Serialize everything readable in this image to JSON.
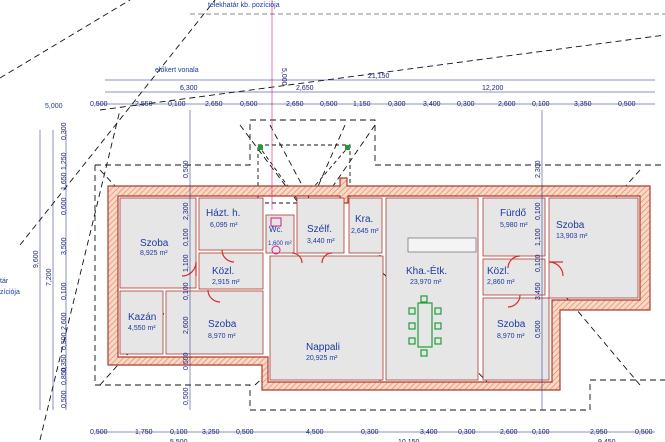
{
  "annotations": {
    "property_line": "telekhatár kb. pozíciója",
    "front_garden_line": "előkert vonala",
    "left_offset": "5,000",
    "vertical_offset": "5,000",
    "left_margin_line1": "tár",
    "left_margin_line2": "zíciója"
  },
  "dimensions": {
    "overall": "21,150",
    "second_left": "6,300",
    "second_mid": "2,650",
    "second_right": "12,200",
    "top_chain": [
      "0,500",
      "2,550",
      "0,100",
      "2,650",
      "0,500",
      "2,650",
      "0,500",
      "1,150",
      "0,300",
      "3,400",
      "0,300",
      "2,600",
      "0,100",
      "3,350",
      "0,500"
    ],
    "bottom_chain": [
      "0,500",
      "1,750",
      "0,100",
      "3,250",
      "0,500",
      "4,500",
      "0,300",
      "3,400",
      "0,300",
      "2,600",
      "0,100",
      "2,950",
      "0,500"
    ],
    "bottom_partial": [
      "5,500",
      "10,150",
      "9,450"
    ],
    "left_total": "9,600",
    "left_second": "7,200",
    "left_chain_a": [
      "0,300",
      "1,250",
      "1,650"
    ],
    "left_chain_b": [
      "0,600",
      "3,500",
      "0,100",
      "2,600",
      "0,500",
      "0,350",
      "0,850",
      "0,500"
    ],
    "inner": [
      "0,500",
      "2,300",
      "0,100",
      "1,100",
      "0,100",
      "2,600",
      "0,500",
      "0,500",
      "2,300",
      "0,100",
      "1,100",
      "0,100",
      "3,450",
      "0,500"
    ]
  },
  "rooms": [
    {
      "id": "szoba1",
      "name": "Szoba",
      "area": "8,925 m²"
    },
    {
      "id": "hazt",
      "name": "Házt. h.",
      "area": "6,095 m²"
    },
    {
      "id": "wc",
      "name": "Wc.",
      "area": "1,600 m²"
    },
    {
      "id": "szelf",
      "name": "Szélf.",
      "area": "3,440 m²"
    },
    {
      "id": "kra",
      "name": "Kra.",
      "area": "2,645 m²"
    },
    {
      "id": "furdo",
      "name": "Fürdő",
      "area": "5,980 m²"
    },
    {
      "id": "szoba4",
      "name": "Szoba",
      "area": "13,903 m²"
    },
    {
      "id": "kozl1",
      "name": "Közl.",
      "area": "2,915 m²"
    },
    {
      "id": "khaetk",
      "name": "Kha.-Étk.",
      "area": "23,970 m²"
    },
    {
      "id": "kozl2",
      "name": "Közl.",
      "area": "2,860 m²"
    },
    {
      "id": "kazan",
      "name": "Kazán",
      "area": "4,550 m²"
    },
    {
      "id": "szoba2",
      "name": "Szoba",
      "area": "8,970 m²"
    },
    {
      "id": "nappali",
      "name": "Nappali",
      "area": "20,925 m²"
    },
    {
      "id": "szoba3",
      "name": "Szoba",
      "area": "8,970 m²"
    }
  ],
  "colors": {
    "wall_outline": "#b03a2e",
    "wall_fill": "#f7d9c4",
    "room_fill": "#e6e6e6",
    "label_color": "#1e3aa0",
    "furniture_green": "#1e9e3a",
    "door_red": "#d32f2f",
    "fixture_magenta": "#d81b8c"
  }
}
